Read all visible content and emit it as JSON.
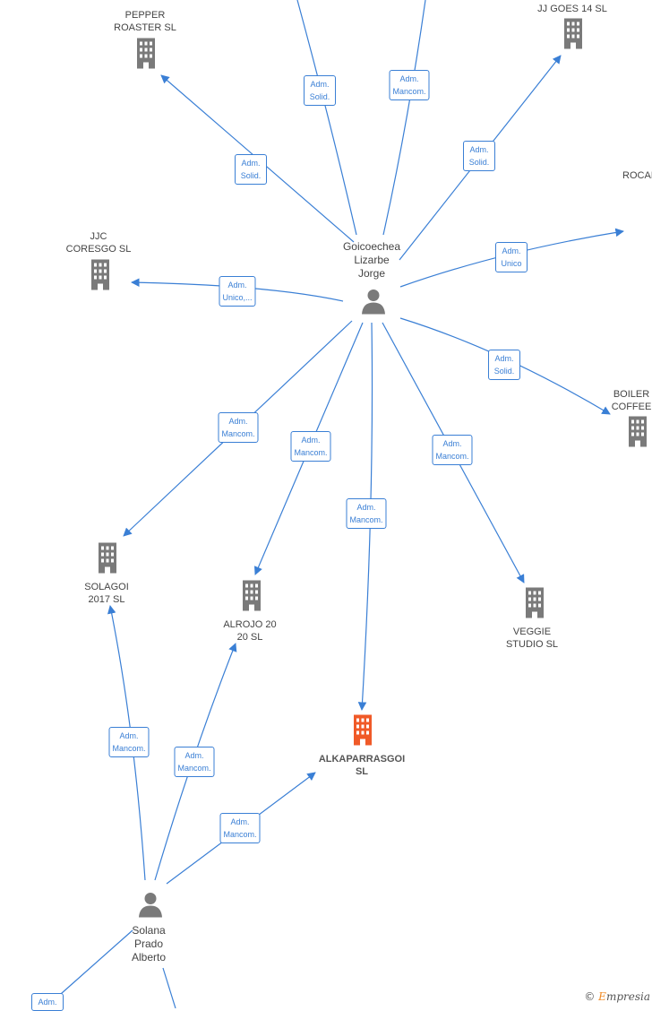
{
  "colors": {
    "edge": "#3a7fd5",
    "company": "#7a7a7a",
    "company_main": "#f05a28",
    "person": "#7a7a7a"
  },
  "persons": [
    {
      "id": "goicoechea",
      "label": "Goicoechea\nLizarbe\nJorge"
    },
    {
      "id": "solana",
      "label": "Solana\nPrado\nAlberto"
    }
  ],
  "companies": [
    {
      "id": "pepper",
      "label": "PEPPER\nROASTER  SL"
    },
    {
      "id": "jjgoes",
      "label": "JJ GOES 14  SL"
    },
    {
      "id": "rocal",
      "label": "ROCAL"
    },
    {
      "id": "jjc",
      "label": "JJC\nCORESGO  SL"
    },
    {
      "id": "boiler",
      "label": "BOILER\nCOFFEE"
    },
    {
      "id": "solagoi",
      "label": "SOLAGOI\n2017  SL"
    },
    {
      "id": "alrojo",
      "label": "ALROJO 20\n20  SL"
    },
    {
      "id": "veggie",
      "label": "VEGGIE\nSTUDIO  SL"
    },
    {
      "id": "alkaparrasgoi",
      "label": "ALKAPARRASGOI\nSL",
      "main": true
    }
  ],
  "roles": [
    {
      "id": "r1",
      "label": "Adm.\nSolid."
    },
    {
      "id": "r2",
      "label": "Adm.\nMancom."
    },
    {
      "id": "r3",
      "label": "Adm.\nSolid."
    },
    {
      "id": "r4",
      "label": "Adm.\nSolid."
    },
    {
      "id": "r5",
      "label": "Adm.\nUnico"
    },
    {
      "id": "r6",
      "label": "Adm.\nUnico,..."
    },
    {
      "id": "r7",
      "label": "Adm.\nSolid."
    },
    {
      "id": "r8",
      "label": "Adm.\nMancom."
    },
    {
      "id": "r9",
      "label": "Adm.\nMancom."
    },
    {
      "id": "r10",
      "label": "Adm.\nMancom."
    },
    {
      "id": "r11",
      "label": "Adm.\nMancom."
    },
    {
      "id": "r12",
      "label": "Adm.\nMancom."
    },
    {
      "id": "r13",
      "label": "Adm.\nMancom."
    },
    {
      "id": "r14",
      "label": "Adm.\nMancom."
    },
    {
      "id": "r15",
      "label": "Adm."
    }
  ],
  "brand": {
    "copyright": "©",
    "initial": "E",
    "name": "mpresia"
  }
}
